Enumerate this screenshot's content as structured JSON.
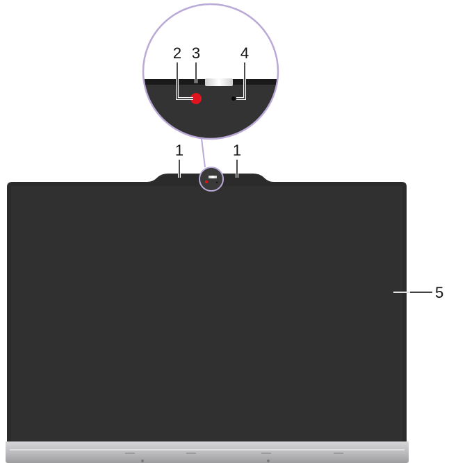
{
  "callouts": {
    "microphone_left": "1",
    "microphone_right": "1",
    "camera": "2",
    "privacy_shutter": "3",
    "camera_light": "4",
    "screen": "5"
  },
  "colors": {
    "bezel": "#2b2b2b",
    "screen": "#303030",
    "camera_lens": "#e0141e",
    "magnifier_ring": "#b9a9d6",
    "base": "#c4c4c6",
    "leader": "#111111"
  },
  "icons": {
    "camera": "camera-lens-icon",
    "light": "camera-light-icon"
  }
}
